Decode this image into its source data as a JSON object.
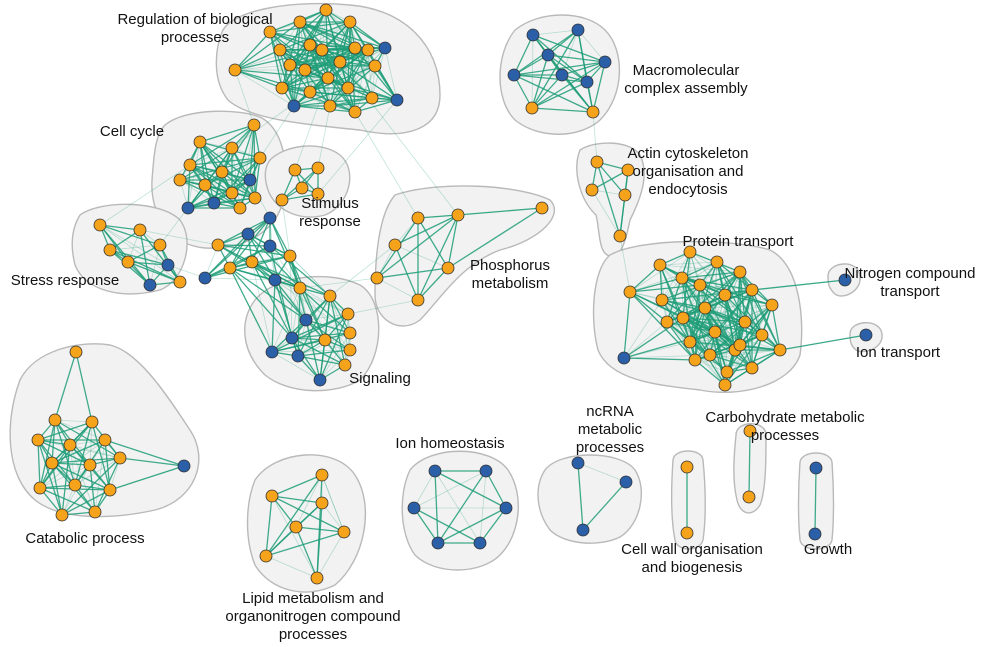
{
  "colors": {
    "orange_node": "#f5a31a",
    "blue_node": "#2b5fa8",
    "edge": "#1f9e78",
    "cluster_fill": "#f2f2f2",
    "cluster_stroke": "#b9b9b9"
  },
  "clusters": [
    {
      "id": "regulation",
      "label_lines": [
        "Regulation of biological",
        "processes"
      ]
    },
    {
      "id": "cellcycle",
      "label_lines": [
        "Cell cycle"
      ]
    },
    {
      "id": "stimulus",
      "label_lines": [
        "Stimulus",
        "response"
      ]
    },
    {
      "id": "stress",
      "label_lines": [
        "Stress response"
      ]
    },
    {
      "id": "signaling",
      "label_lines": [
        "Signaling"
      ]
    },
    {
      "id": "phosphorus",
      "label_lines": [
        "Phosphorus",
        "metabolism"
      ]
    },
    {
      "id": "macro",
      "label_lines": [
        "Macromolecular",
        "complex assembly"
      ]
    },
    {
      "id": "actin",
      "label_lines": [
        "Actin cytoskeleton",
        "organisation and",
        "endocytosis"
      ]
    },
    {
      "id": "protein",
      "label_lines": [
        "Protein transport"
      ]
    },
    {
      "id": "nitrogen",
      "label_lines": [
        "Nitrogen compound",
        "transport"
      ]
    },
    {
      "id": "ion_transport",
      "label_lines": [
        "Ion transport"
      ]
    },
    {
      "id": "catabolic",
      "label_lines": [
        "Catabolic process"
      ]
    },
    {
      "id": "lipid",
      "label_lines": [
        "Lipid metabolism and",
        "organonitrogen compound",
        "processes"
      ]
    },
    {
      "id": "ion_homeo",
      "label_lines": [
        "Ion homeostasis"
      ]
    },
    {
      "id": "ncrna",
      "label_lines": [
        "ncRNA",
        "metabolic",
        "processes"
      ]
    },
    {
      "id": "carbo",
      "label_lines": [
        "Carbohydrate metabolic",
        "processes"
      ]
    },
    {
      "id": "cellwall",
      "label_lines": [
        "Cell wall organisation",
        "and biogenesis"
      ]
    },
    {
      "id": "growth",
      "label_lines": [
        "Growth"
      ]
    }
  ]
}
